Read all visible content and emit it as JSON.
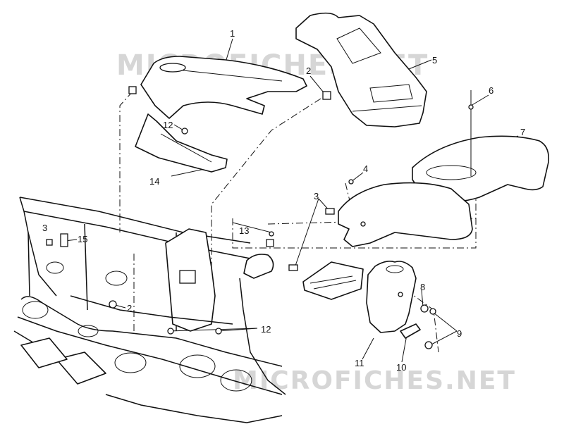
{
  "watermark": {
    "top": "MICROFICHES.NET",
    "bottom": "MICROFICHES.NET"
  },
  "callouts": [
    {
      "id": "c1",
      "label": "1"
    },
    {
      "id": "c2a",
      "label": "2"
    },
    {
      "id": "c2b",
      "label": "2"
    },
    {
      "id": "c3a",
      "label": "3"
    },
    {
      "id": "c3b",
      "label": "3"
    },
    {
      "id": "c4",
      "label": "4"
    },
    {
      "id": "c5",
      "label": "5"
    },
    {
      "id": "c6",
      "label": "6"
    },
    {
      "id": "c7",
      "label": "7"
    },
    {
      "id": "c8",
      "label": "8"
    },
    {
      "id": "c9",
      "label": "9"
    },
    {
      "id": "c10",
      "label": "10"
    },
    {
      "id": "c11",
      "label": "11"
    },
    {
      "id": "c12a",
      "label": "12"
    },
    {
      "id": "c12b",
      "label": "12"
    },
    {
      "id": "c13",
      "label": "13"
    },
    {
      "id": "c14",
      "label": "14"
    },
    {
      "id": "c15",
      "label": "15"
    }
  ]
}
